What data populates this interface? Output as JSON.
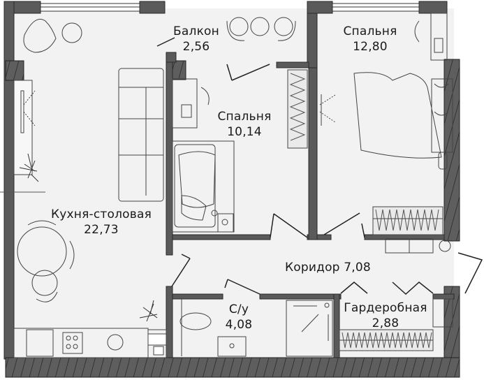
{
  "plan": {
    "colors": {
      "floor": "#f2f2f2",
      "wall": "#5a5a5a",
      "wall_outline": "#2a2a2a",
      "line": "#333333",
      "background": "#ffffff"
    },
    "rooms": [
      {
        "id": "balcony",
        "name": "Балкон",
        "area": "2,56"
      },
      {
        "id": "bedroom-small",
        "name": "Спальня",
        "area": "10,14"
      },
      {
        "id": "bedroom-large",
        "name": "Спальня",
        "area": "12,80"
      },
      {
        "id": "kitchen-dining",
        "name": "Кухня-столовая",
        "area": "22,73"
      },
      {
        "id": "corridor",
        "name": "Коридор",
        "area": "7,08"
      },
      {
        "id": "bathroom",
        "name": "С/у",
        "area": "4,08"
      },
      {
        "id": "wardrobe",
        "name": "Гардеробная",
        "area": "2,88"
      }
    ]
  }
}
